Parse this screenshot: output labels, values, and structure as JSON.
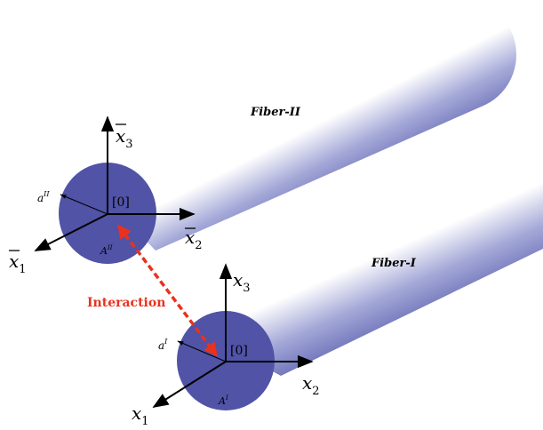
{
  "fiber_ii": {
    "name": "Fiber-II",
    "radius_label": "a",
    "radius_sup": "II",
    "area_label": "A",
    "area_sup": "II",
    "origin_label": "[0]",
    "axis_x1_var": "x",
    "axis_x1_sub": "1",
    "axis_x2_var": "x",
    "axis_x2_sub": "2",
    "axis_x3_var": "x",
    "axis_x3_sub": "3"
  },
  "fiber_i": {
    "name": "Fiber-I",
    "radius_label": "a",
    "radius_sup": "I",
    "area_label": "A",
    "area_sup": "I",
    "origin_label": "[0]",
    "axis_x1_var": "x",
    "axis_x1_sub": "1",
    "axis_x2_var": "x",
    "axis_x2_sub": "2",
    "axis_x3_var": "x",
    "axis_x3_sub": "3"
  },
  "interaction_label": "Interaction",
  "colors": {
    "cylinder_dark": "#5a5fae",
    "cylinder_light": "#ffffff",
    "end_face": "#5053a6",
    "interaction": "#e8321e",
    "axes": "#000000"
  }
}
